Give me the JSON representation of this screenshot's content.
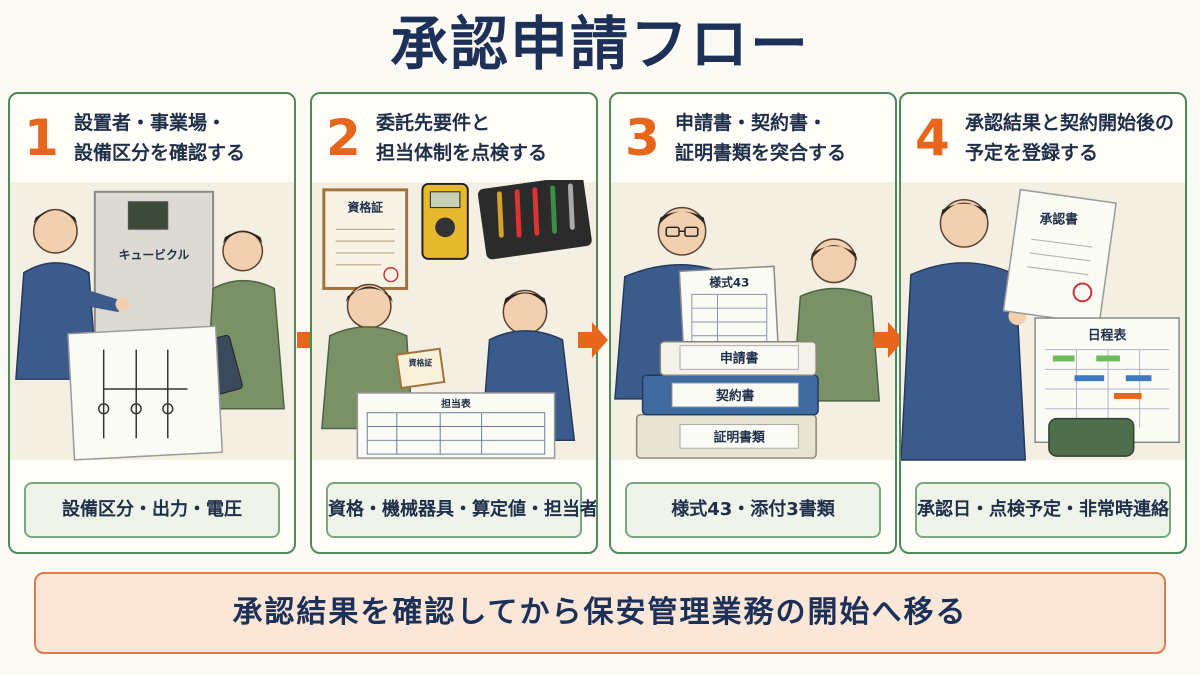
{
  "title": "承認申請フロー",
  "steps": [
    {
      "number": "1",
      "lines": [
        "設置者・事業場・",
        "設備区分を確認する"
      ],
      "badge": "設備区分・出力・電圧",
      "cubicle_label": "キュービクル"
    },
    {
      "number": "2",
      "lines": [
        "委託先要件と",
        "担当体制を点検する"
      ],
      "badge": "資格・機械器具・算定値・担当者",
      "certificate_label": "資格証",
      "small_card_label": "資格証",
      "table_label": "担当表"
    },
    {
      "number": "3",
      "lines": [
        "申請書・契約書・",
        "証明書類を突合する"
      ],
      "badge": "様式43・添付3書類",
      "form_label": "様式43",
      "folders": [
        "申請書",
        "契約書",
        "証明書類"
      ]
    },
    {
      "number": "4",
      "lines": [
        "承認結果と契約開始後の",
        "予定を登録する"
      ],
      "badge": "承認日・点検予定・非常時連絡",
      "approval_doc_label": "承認書",
      "calendar_label": "日程表"
    }
  ],
  "footer": "承認結果を確認してから保安管理業務の開始へ移る",
  "colors": {
    "accent": "#e8661c",
    "border": "#4f8a5c",
    "title": "#1d3057",
    "banner_bg": "#fbe7d8"
  }
}
